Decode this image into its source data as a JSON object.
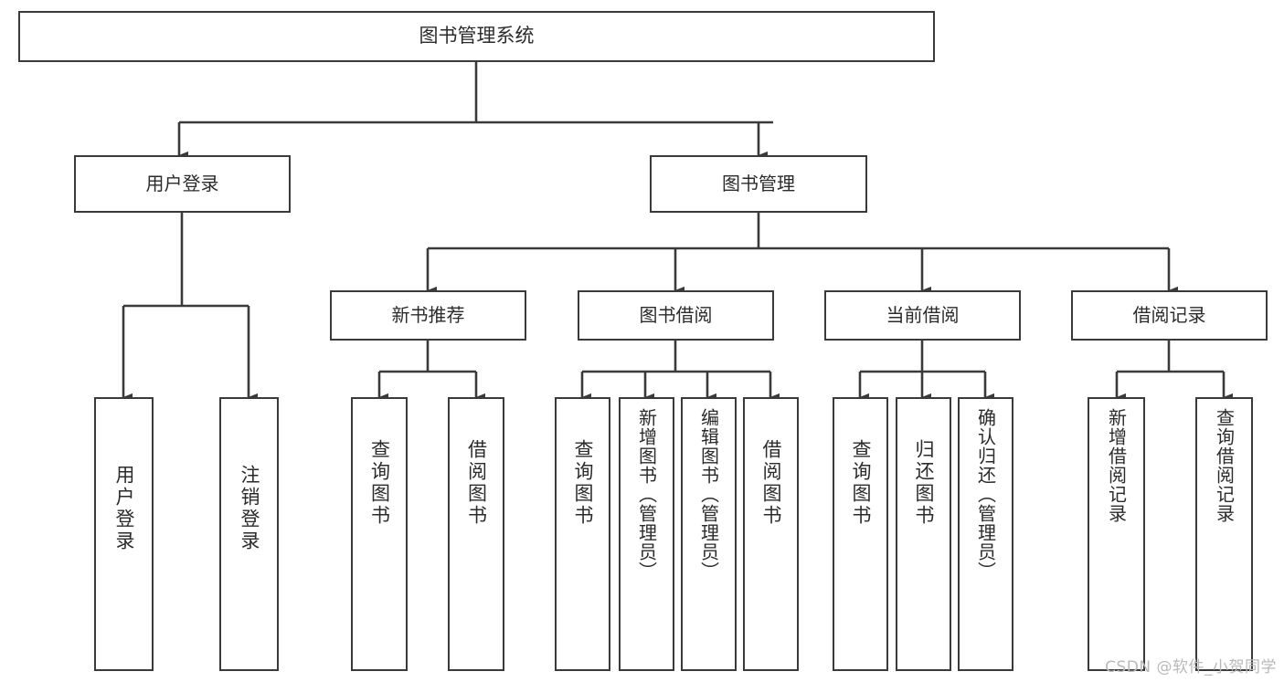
{
  "diagram": {
    "title": "图书管理系统",
    "type": "tree-hierarchy-diagram",
    "orientation": "top-down",
    "box_fill": "#ffffff",
    "box_stroke": "#3a3a3a",
    "text_color": "#2b2b2b",
    "connector_color": "#3a3a3a",
    "background": "#ffffff"
  },
  "nodes": {
    "root": {
      "label": "图书管理系统",
      "level": 1
    },
    "user_login": {
      "label": "用户登录",
      "level": 2
    },
    "book_manage": {
      "label": "图书管理",
      "level": 2
    },
    "new_book_rec": {
      "label": "新书推荐",
      "level": 3
    },
    "book_borrow": {
      "label": "图书借阅",
      "level": 3
    },
    "current_borrow": {
      "label": "当前借阅",
      "level": 3
    },
    "borrow_record": {
      "label": "借阅记录",
      "level": 3
    },
    "leaf_user_login": {
      "label": "用户登录",
      "level": 4
    },
    "leaf_logout": {
      "label": "注销登录",
      "level": 4
    },
    "leaf_query_book_1": {
      "label": "查询图书",
      "level": 4
    },
    "leaf_borrow_book_1": {
      "label": "借阅图书",
      "level": 4
    },
    "leaf_query_book_2": {
      "label": "查询图书",
      "level": 4
    },
    "leaf_add_book": {
      "label": "新增图书（管理员）",
      "level": 4
    },
    "leaf_edit_book": {
      "label": "编辑图书（管理员）",
      "level": 4
    },
    "leaf_borrow_book_2": {
      "label": "借阅图书",
      "level": 4
    },
    "leaf_query_book_3": {
      "label": "查询图书",
      "level": 4
    },
    "leaf_return_book": {
      "label": "归还图书",
      "level": 4
    },
    "leaf_confirm_return": {
      "label": "确认归还（管理员）",
      "level": 4
    },
    "leaf_add_record": {
      "label": "新增借阅记录",
      "level": 4
    },
    "leaf_query_record": {
      "label": "查询借阅记录",
      "level": 4
    }
  },
  "edges": [
    {
      "from": "root",
      "to": "user_login"
    },
    {
      "from": "root",
      "to": "book_manage"
    },
    {
      "from": "user_login",
      "to": "leaf_user_login"
    },
    {
      "from": "user_login",
      "to": "leaf_logout"
    },
    {
      "from": "book_manage",
      "to": "new_book_rec"
    },
    {
      "from": "book_manage",
      "to": "book_borrow"
    },
    {
      "from": "book_manage",
      "to": "current_borrow"
    },
    {
      "from": "book_manage",
      "to": "borrow_record"
    },
    {
      "from": "new_book_rec",
      "to": "leaf_query_book_1"
    },
    {
      "from": "new_book_rec",
      "to": "leaf_borrow_book_1"
    },
    {
      "from": "book_borrow",
      "to": "leaf_query_book_2"
    },
    {
      "from": "book_borrow",
      "to": "leaf_add_book"
    },
    {
      "from": "book_borrow",
      "to": "leaf_edit_book"
    },
    {
      "from": "book_borrow",
      "to": "leaf_borrow_book_2"
    },
    {
      "from": "current_borrow",
      "to": "leaf_query_book_3"
    },
    {
      "from": "current_borrow",
      "to": "leaf_return_book"
    },
    {
      "from": "current_borrow",
      "to": "leaf_confirm_return"
    },
    {
      "from": "borrow_record",
      "to": "leaf_add_record"
    },
    {
      "from": "borrow_record",
      "to": "leaf_query_record"
    }
  ],
  "watermark": {
    "text": "CSDN @软件_小贺同学"
  }
}
